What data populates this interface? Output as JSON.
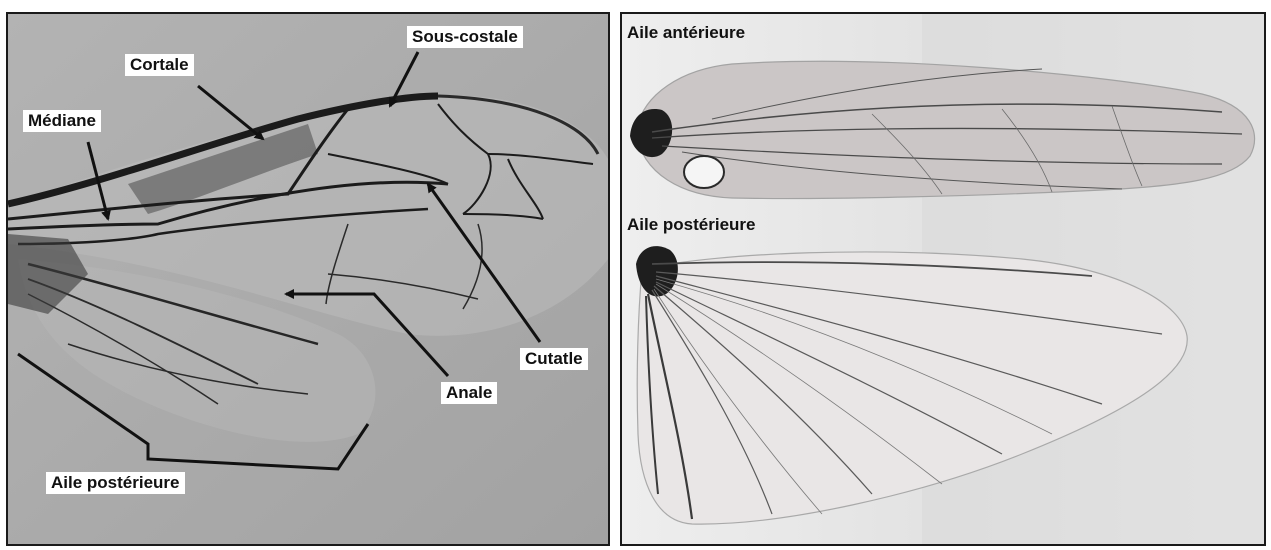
{
  "figure": {
    "left_panel": {
      "labels": {
        "sous_costale": "Sous-costale",
        "cortale": "Cortale",
        "mediane": "Médiane",
        "cutatle": "Cutatle",
        "anale": "Anale",
        "aile_posterieure": "Aile postérieure"
      }
    },
    "right_panel": {
      "labels": {
        "aile_anterieure": "Aile antérieure",
        "aile_posterieure": "Aile postérieure"
      }
    }
  },
  "colors": {
    "left_background": "#a9a9a9",
    "right_background": "#e7e7e7",
    "vein": "#1b1b1b",
    "label_background": "#ffffff"
  }
}
